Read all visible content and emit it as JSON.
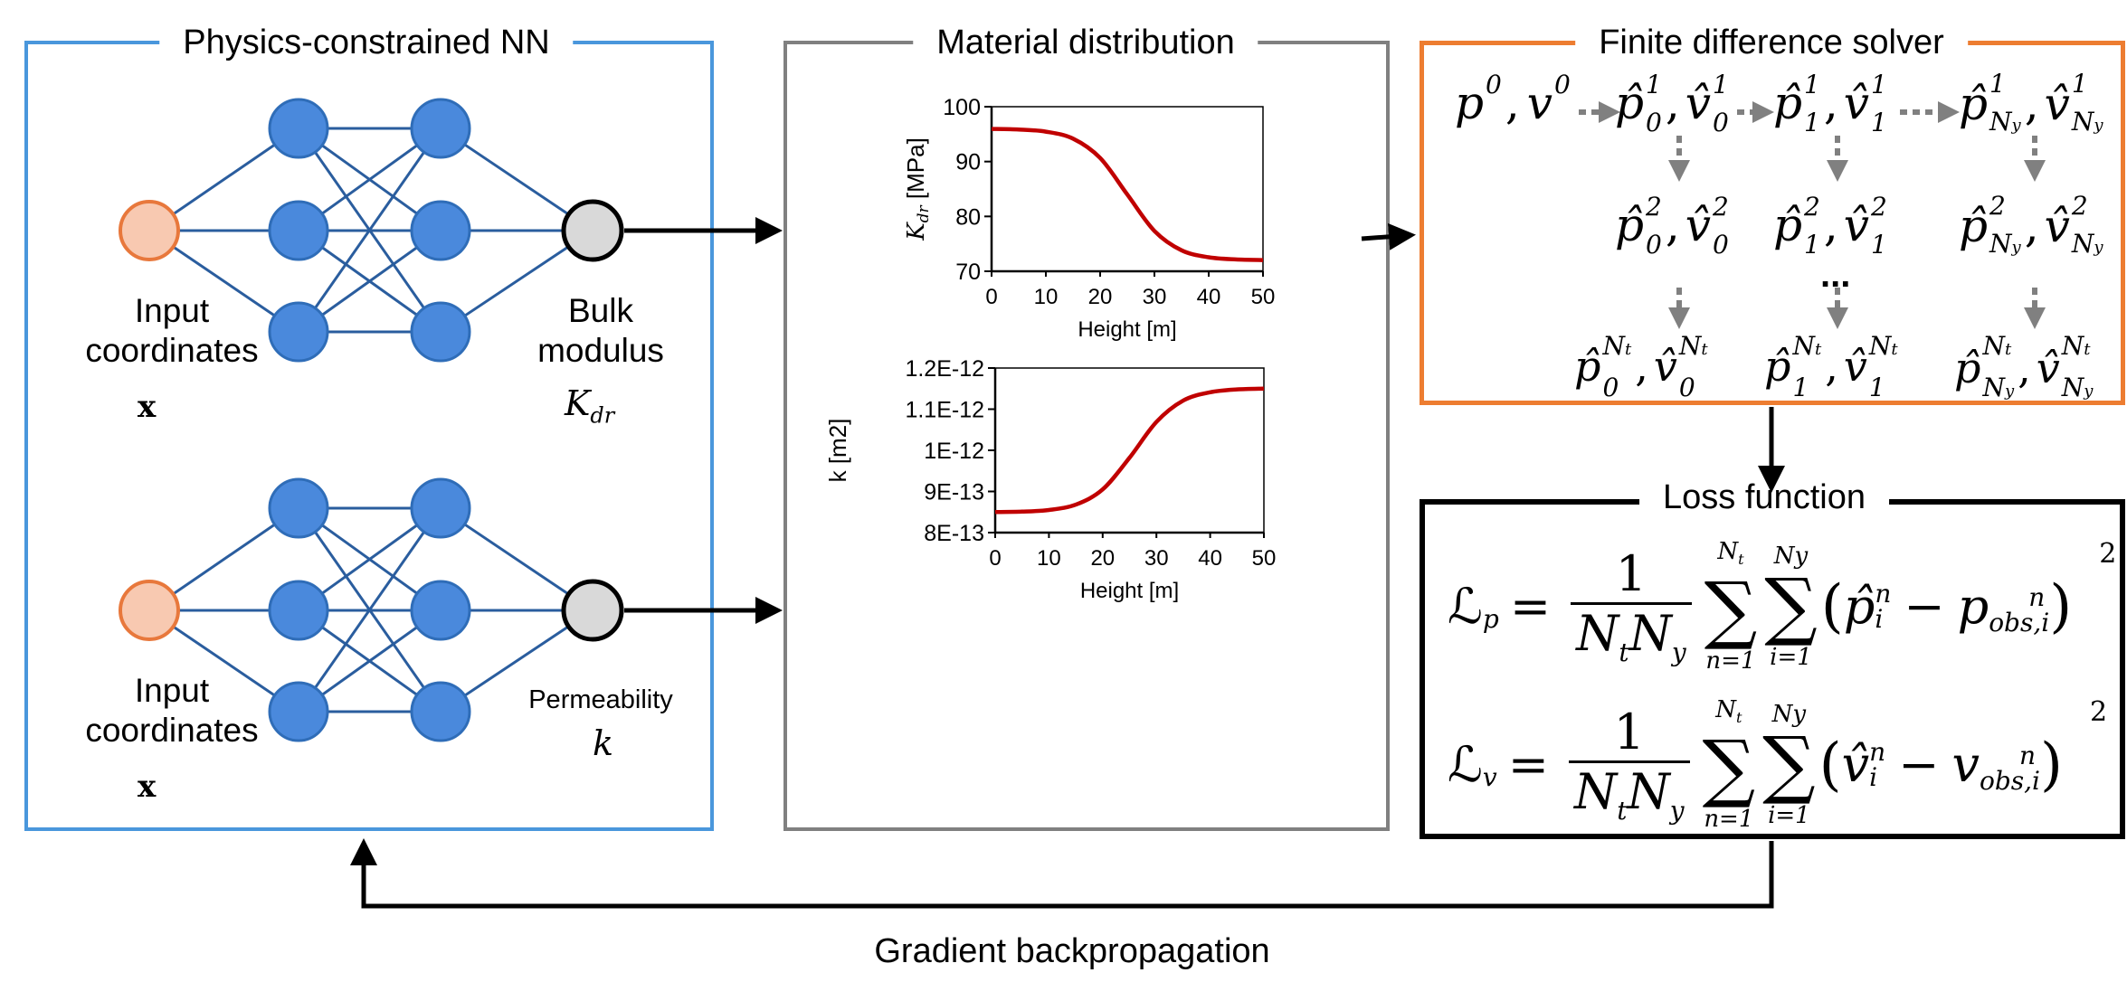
{
  "nn_panel": {
    "title": "Physics-constrained NN",
    "top_net": {
      "input_label": [
        "Input",
        "coordinates"
      ],
      "input_symbol": "x",
      "output_label": [
        "Bulk",
        "modulus"
      ],
      "output_symbol": "K",
      "output_symbol_sub": "dr"
    },
    "bottom_net": {
      "input_label": [
        "Input",
        "coordinates"
      ],
      "input_symbol": "x",
      "output_label": [
        "Permeability"
      ],
      "output_symbol": "k"
    },
    "colors": {
      "input_fill": "#f8c9b1",
      "input_stroke": "#e8783c",
      "hidden_fill": "#4a89dc",
      "hidden_stroke": "#2f6db8",
      "edge": "#2a5d9e",
      "output_fill": "#d9d9d9",
      "border": "#4a97dc"
    }
  },
  "material_panel": {
    "title": "Material distribution",
    "border_color": "#808080"
  },
  "solver_panel": {
    "title": "Finite difference solver",
    "border_color": "#ed7d31",
    "initial": {
      "p": "p",
      "v": "v",
      "sup": "0"
    },
    "ellipsis": "...",
    "rows": [
      [
        {
          "sup": "1",
          "sub": "0"
        },
        {
          "sup": "1",
          "sub": "1"
        },
        {
          "sup": "1",
          "sub": "N",
          "subsub": "y"
        }
      ],
      [
        {
          "sup": "2",
          "sub": "0"
        },
        {
          "sup": "2",
          "sub": "1"
        },
        {
          "sup": "2",
          "sub": "N",
          "subsub": "y"
        }
      ],
      [
        {
          "sup": "N",
          "supsub": "t",
          "sub": "0"
        },
        {
          "sup": "N",
          "supsub": "t",
          "sub": "1"
        },
        {
          "sup": "N",
          "supsub": "t",
          "sub": "N",
          "subsub": "y"
        }
      ]
    ]
  },
  "loss_panel": {
    "title": "Loss function",
    "formulas": [
      {
        "lhs": "ℒ",
        "lhs_sub": "p",
        "num": "1",
        "den_a": "N",
        "den_a_sub": "t",
        "den_b": "N",
        "den_b_sub": "y",
        "sum1_top": "N",
        "sum1_top_sub": "t",
        "sum1_bot": "n=1",
        "sum2_top": "Ny",
        "sum2_bot": "i=1",
        "pred": "p̂",
        "pred_sup": "n",
        "pred_sub": "i",
        "obs": "p",
        "obs_sub": "obs,i",
        "obs_sup": "n",
        "power": "2"
      },
      {
        "lhs": "ℒ",
        "lhs_sub": "v",
        "num": "1",
        "den_a": "N",
        "den_a_sub": "t",
        "den_b": "N",
        "den_b_sub": "y",
        "sum1_top": "N",
        "sum1_top_sub": "t",
        "sum1_bot": "n=1",
        "sum2_top": "Ny",
        "sum2_bot": "i=1",
        "pred": "v̂",
        "pred_sup": "n",
        "pred_sub": "i",
        "obs": "v",
        "obs_sub": "obs,i",
        "obs_sup": "n",
        "power": "2"
      }
    ]
  },
  "feedback": {
    "label": "Gradient backpropagation"
  },
  "chart_data": [
    {
      "type": "line",
      "title": "",
      "xlabel": "Height [m]",
      "ylabel": "K_dr [MPa]",
      "ylabel_parts": {
        "sym": "K",
        "sub": "dr",
        "unit": " [MPa]"
      },
      "xlim": [
        0,
        50
      ],
      "ylim": [
        70,
        100
      ],
      "xticks": [
        0,
        10,
        20,
        30,
        40,
        50
      ],
      "yticks": [
        70,
        80,
        90,
        100
      ],
      "ytick_labels": [
        "70",
        "80",
        "90",
        "100"
      ],
      "grid": false,
      "color": "#c00000",
      "x": [
        0,
        5,
        10,
        15,
        20,
        25,
        30,
        35,
        40,
        45,
        50
      ],
      "y": [
        95.95,
        95.84,
        95.45,
        94.18,
        90.65,
        84.0,
        77.35,
        73.82,
        72.55,
        72.16,
        72.05
      ]
    },
    {
      "type": "line",
      "title": "",
      "xlabel": "Height [m]",
      "ylabel": "k [m2]",
      "ylabel_parts": {
        "sym": "k",
        "unit": " [m",
        "unit_sup": "2",
        "unit_end": "]"
      },
      "xlim": [
        0,
        50
      ],
      "ylim": [
        8e-13,
        1.2e-12
      ],
      "xticks": [
        0,
        10,
        20,
        30,
        40,
        50
      ],
      "yticks": [
        8e-13,
        9e-13,
        1e-12,
        1.1e-12,
        1.2e-12
      ],
      "ytick_labels": [
        "8E-13",
        "9E-13",
        "1E-12",
        "1.1E-12",
        "1.2E-12"
      ],
      "grid": false,
      "color": "#c00000",
      "x": [
        0,
        5,
        10,
        15,
        20,
        25,
        30,
        35,
        40,
        45,
        50
      ],
      "y": [
        8.5e-13,
        8.51e-13,
        8.55e-13,
        8.68e-13,
        9.05e-13,
        9.82e-13,
        1.069e-12,
        1.121e-12,
        1.141e-12,
        1.148e-12,
        1.15e-12
      ]
    }
  ]
}
